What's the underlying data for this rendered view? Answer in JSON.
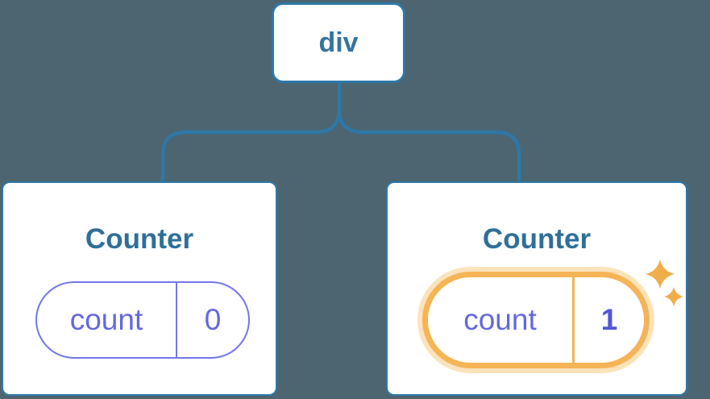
{
  "diagram": {
    "root": {
      "label": "div"
    },
    "children": [
      {
        "title": "Counter",
        "state": {
          "key": "count",
          "value": "0"
        },
        "highlighted": false
      },
      {
        "title": "Counter",
        "state": {
          "key": "count",
          "value": "1"
        },
        "highlighted": true
      }
    ]
  },
  "colors": {
    "background": "#4c6570",
    "node_border": "#2e78a8",
    "connector": "#2e78a8",
    "node_text": "#2f6f98",
    "card_background": "#ffffff",
    "state_pill_border": "#7477e6",
    "state_text": "#6468e0",
    "state_value_highlight": "#5356d8",
    "highlight_border": "#f6b455",
    "highlight_glow": "#fbe3bc",
    "sparkle": "#f2ad4b"
  },
  "icons": {
    "sparkles": "sparkles-icon"
  }
}
